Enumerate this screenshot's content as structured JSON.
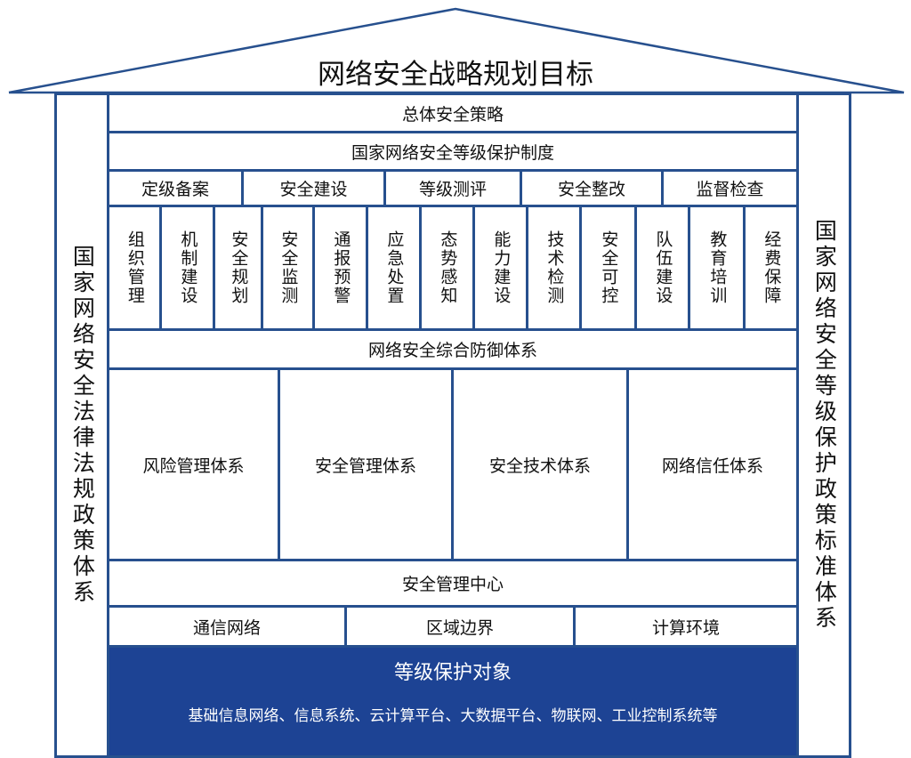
{
  "title": "网络安全战略规划目标",
  "left_pillar": "国家网络安全法律法规政策体系",
  "right_pillar": "国家网络安全等级保护政策标准体系",
  "row_strategy": "总体安全策略",
  "row_system": "国家网络安全等级保护制度",
  "stages": [
    "定级备案",
    "安全建设",
    "等级测评",
    "安全整改",
    "监督检查"
  ],
  "measures": [
    "组织管理",
    "机制建设",
    "安全规划",
    "安全监测",
    "通报预警",
    "应急处置",
    "态势感知",
    "能力建设",
    "技术检测",
    "安全可控",
    "队伍建设",
    "教育培训",
    "经费保障"
  ],
  "row_defense": "网络安全综合防御体系",
  "systems": [
    "风险管理体系",
    "安全管理体系",
    "安全技术体系",
    "网络信任体系"
  ],
  "row_center": "安全管理中心",
  "infra": [
    "通信网络",
    "区域边界",
    "计算环境"
  ],
  "base": {
    "title": "等级保护对象",
    "subtitle": "基础信息网络、信息系统、云计算平台、大数据平台、物联网、工业控制系统等"
  },
  "colors": {
    "line": "#27508e",
    "base_fill": "#1d4394"
  }
}
